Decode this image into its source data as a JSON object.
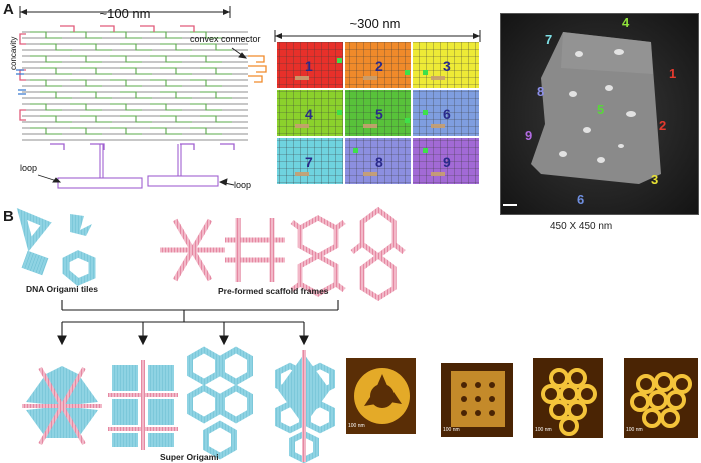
{
  "panel_a": {
    "letter": "A",
    "schematic": {
      "width_label": "~100 nm",
      "concavity_label": "concavity",
      "convex_label": "convex connector",
      "loop_label_left": "loop",
      "loop_label_right": "loop"
    },
    "grid": {
      "width_label": "~300 nm",
      "tiles": [
        {
          "n": "1",
          "color": "#e8302a"
        },
        {
          "n": "2",
          "color": "#f08a2a"
        },
        {
          "n": "3",
          "color": "#eeea36"
        },
        {
          "n": "4",
          "color": "#8bd12c"
        },
        {
          "n": "5",
          "color": "#58c23a"
        },
        {
          "n": "6",
          "color": "#7f9ee0"
        },
        {
          "n": "7",
          "color": "#6fd3df"
        },
        {
          "n": "8",
          "color": "#8c8fe0"
        },
        {
          "n": "9",
          "color": "#a26ad6"
        }
      ]
    },
    "afm": {
      "scale_label": "450 X 450  nm",
      "numbers": [
        {
          "n": "1",
          "color": "#e53a2e"
        },
        {
          "n": "2",
          "color": "#e53a2e"
        },
        {
          "n": "3",
          "color": "#e8e233"
        },
        {
          "n": "4",
          "color": "#8fe23a"
        },
        {
          "n": "5",
          "color": "#58d83a"
        },
        {
          "n": "6",
          "color": "#6f8fe0"
        },
        {
          "n": "7",
          "color": "#7fe0e6"
        },
        {
          "n": "8",
          "color": "#8c8fe8"
        },
        {
          "n": "9",
          "color": "#b06ae0"
        }
      ]
    }
  },
  "panel_b": {
    "letter": "B",
    "tiles_label": "DNA Origami tiles",
    "frames_label": "Pre-formed scaffold frames",
    "super_label": "Super Origami",
    "afm_scale_labels": [
      "100 nm",
      "100 nm",
      "100 nm",
      "100 nm"
    ]
  },
  "colors": {
    "tile_blue": "#8fd3e3",
    "frame_pink": "#e07a9a",
    "afm_brown": "#6a3a0a",
    "afm_yellow": "#f4c43a"
  }
}
